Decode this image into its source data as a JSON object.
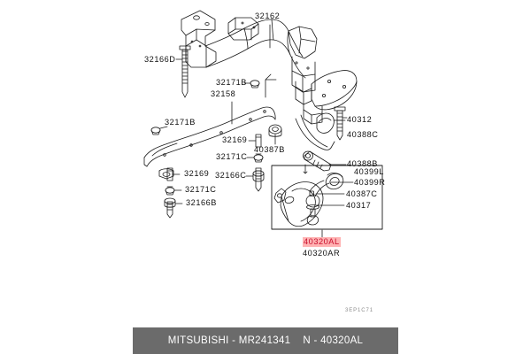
{
  "diagram": {
    "title": "Mitsubishi front suspension crossmember and lower control arm exploded parts diagram",
    "watermark_code": "3EP1C71",
    "highlight_color": "#c8102e",
    "highlight_background": "#ffb3b3",
    "line_color": "#1a1a1a",
    "background": "#ffffff",
    "callouts": [
      {
        "id": "c-32162",
        "text": "32162"
      },
      {
        "id": "c-32166D",
        "text": "32166D"
      },
      {
        "id": "c-32171B-top",
        "text": "32171B"
      },
      {
        "id": "c-32158",
        "text": "32158"
      },
      {
        "id": "c-32171B-left",
        "text": "32171B"
      },
      {
        "id": "c-40387B",
        "text": "40387B"
      },
      {
        "id": "c-32169-mid",
        "text": "32169"
      },
      {
        "id": "c-32171C-mid",
        "text": "32171C"
      },
      {
        "id": "c-32166C",
        "text": "32166C"
      },
      {
        "id": "c-32169-left",
        "text": "32169"
      },
      {
        "id": "c-32171C-left",
        "text": "32171C"
      },
      {
        "id": "c-32166B",
        "text": "32166B"
      },
      {
        "id": "c-40312",
        "text": "40312"
      },
      {
        "id": "c-40388C",
        "text": "40388C"
      },
      {
        "id": "c-40388B",
        "text": "40388B"
      },
      {
        "id": "c-40399L",
        "text": "40399L"
      },
      {
        "id": "c-40399R",
        "text": "40399R"
      },
      {
        "id": "c-40387C",
        "text": "40387C"
      },
      {
        "id": "c-40317",
        "text": "40317"
      },
      {
        "id": "c-40320AL",
        "text": "40320AL"
      },
      {
        "id": "c-40320AR",
        "text": "40320AR"
      }
    ]
  },
  "caption": {
    "brand_and_part": "MITSUBISHI - MR241341",
    "name_code": "N - 40320AL"
  }
}
